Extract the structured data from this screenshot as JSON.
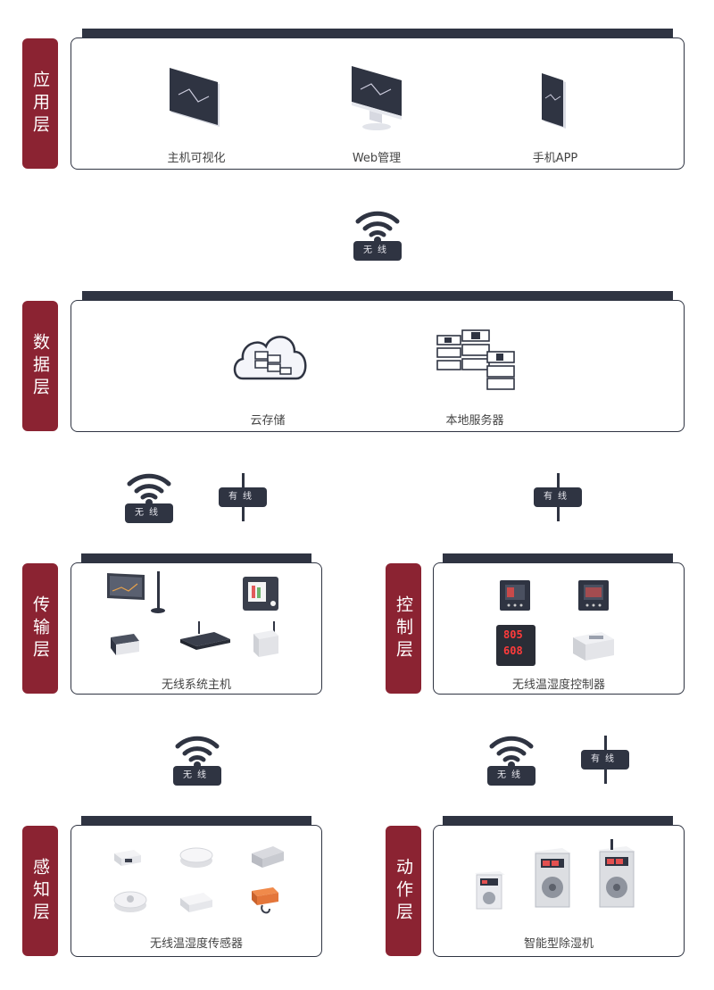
{
  "layers": {
    "application": {
      "label": "应用层",
      "items": [
        "主机可视化",
        "Web管理",
        "手机APP"
      ]
    },
    "data": {
      "label": "数据层",
      "items": [
        "云存储",
        "本地服务器"
      ]
    },
    "transport": {
      "label": "传输层",
      "caption": "无线系统主机"
    },
    "control": {
      "label": "控制层",
      "caption": "无线温湿度控制器",
      "display_values": [
        "805",
        "608"
      ]
    },
    "sensing": {
      "label": "感知层",
      "caption": "无线温湿度传感器"
    },
    "action": {
      "label": "动作层",
      "caption": "智能型除湿机"
    }
  },
  "connectors": {
    "wireless": "无线",
    "wired": "有线"
  },
  "colors": {
    "accent": "#8b2332",
    "dark": "#2f3442"
  },
  "icons": [
    "wifi-icon",
    "monitor-icon",
    "imac-icon",
    "phone-icon",
    "cloud-storage-icon",
    "server-icon"
  ]
}
